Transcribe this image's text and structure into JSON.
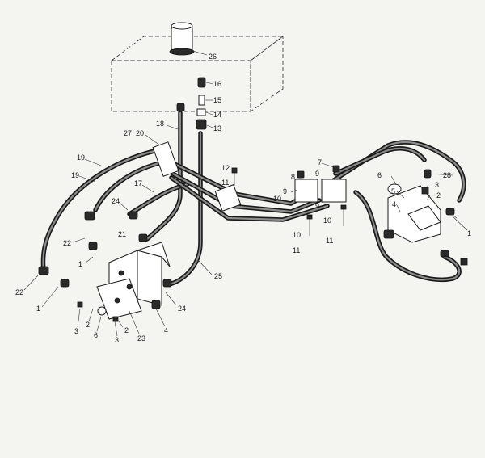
{
  "callouts": [
    {
      "id": "c26a",
      "text": "26"
    },
    {
      "id": "c16",
      "text": "16"
    },
    {
      "id": "c15",
      "text": "15"
    },
    {
      "id": "c14",
      "text": "14"
    },
    {
      "id": "c13",
      "text": "13"
    },
    {
      "id": "c18",
      "text": "18"
    },
    {
      "id": "c27",
      "text": "27"
    },
    {
      "id": "c20",
      "text": "20"
    },
    {
      "id": "c19a",
      "text": "19"
    },
    {
      "id": "c19b",
      "text": "19"
    },
    {
      "id": "c17",
      "text": "17"
    },
    {
      "id": "c12",
      "text": "12"
    },
    {
      "id": "c11a",
      "text": "11"
    },
    {
      "id": "c24a",
      "text": "24"
    },
    {
      "id": "c22a",
      "text": "22"
    },
    {
      "id": "c21",
      "text": "21"
    },
    {
      "id": "c1a",
      "text": "1"
    },
    {
      "id": "c22b",
      "text": "22"
    },
    {
      "id": "c1b",
      "text": "1"
    },
    {
      "id": "c25",
      "text": "25"
    },
    {
      "id": "c24b",
      "text": "24"
    },
    {
      "id": "c3a",
      "text": "3"
    },
    {
      "id": "c2a",
      "text": "2"
    },
    {
      "id": "c6a",
      "text": "6"
    },
    {
      "id": "c2b",
      "text": "2"
    },
    {
      "id": "c3b",
      "text": "3"
    },
    {
      "id": "c23",
      "text": "23"
    },
    {
      "id": "c4a",
      "text": "4"
    },
    {
      "id": "c7",
      "text": "7"
    },
    {
      "id": "c8",
      "text": "8"
    },
    {
      "id": "c9a",
      "text": "9"
    },
    {
      "id": "c9b",
      "text": "9"
    },
    {
      "id": "c10a",
      "text": "10"
    },
    {
      "id": "c9c",
      "text": "9"
    },
    {
      "id": "c10b",
      "text": "10"
    },
    {
      "id": "c10c",
      "text": "10"
    },
    {
      "id": "c11b",
      "text": "11"
    },
    {
      "id": "c11c",
      "text": "11"
    },
    {
      "id": "c6b",
      "text": "6"
    },
    {
      "id": "c5",
      "text": "5"
    },
    {
      "id": "c4b",
      "text": "4"
    },
    {
      "id": "c28",
      "text": "28"
    },
    {
      "id": "c3c",
      "text": "3"
    },
    {
      "id": "c2c",
      "text": "2"
    },
    {
      "id": "c1c",
      "text": "1"
    }
  ]
}
